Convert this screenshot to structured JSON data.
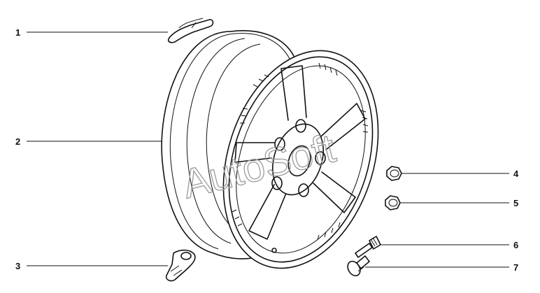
{
  "diagram": {
    "callouts": [
      {
        "id": "1",
        "label": "1"
      },
      {
        "id": "2",
        "label": "2"
      },
      {
        "id": "3",
        "label": "3"
      },
      {
        "id": "4",
        "label": "4"
      },
      {
        "id": "5",
        "label": "5"
      },
      {
        "id": "6",
        "label": "6"
      },
      {
        "id": "7",
        "label": "7"
      }
    ],
    "watermark": "AutoSoft"
  }
}
